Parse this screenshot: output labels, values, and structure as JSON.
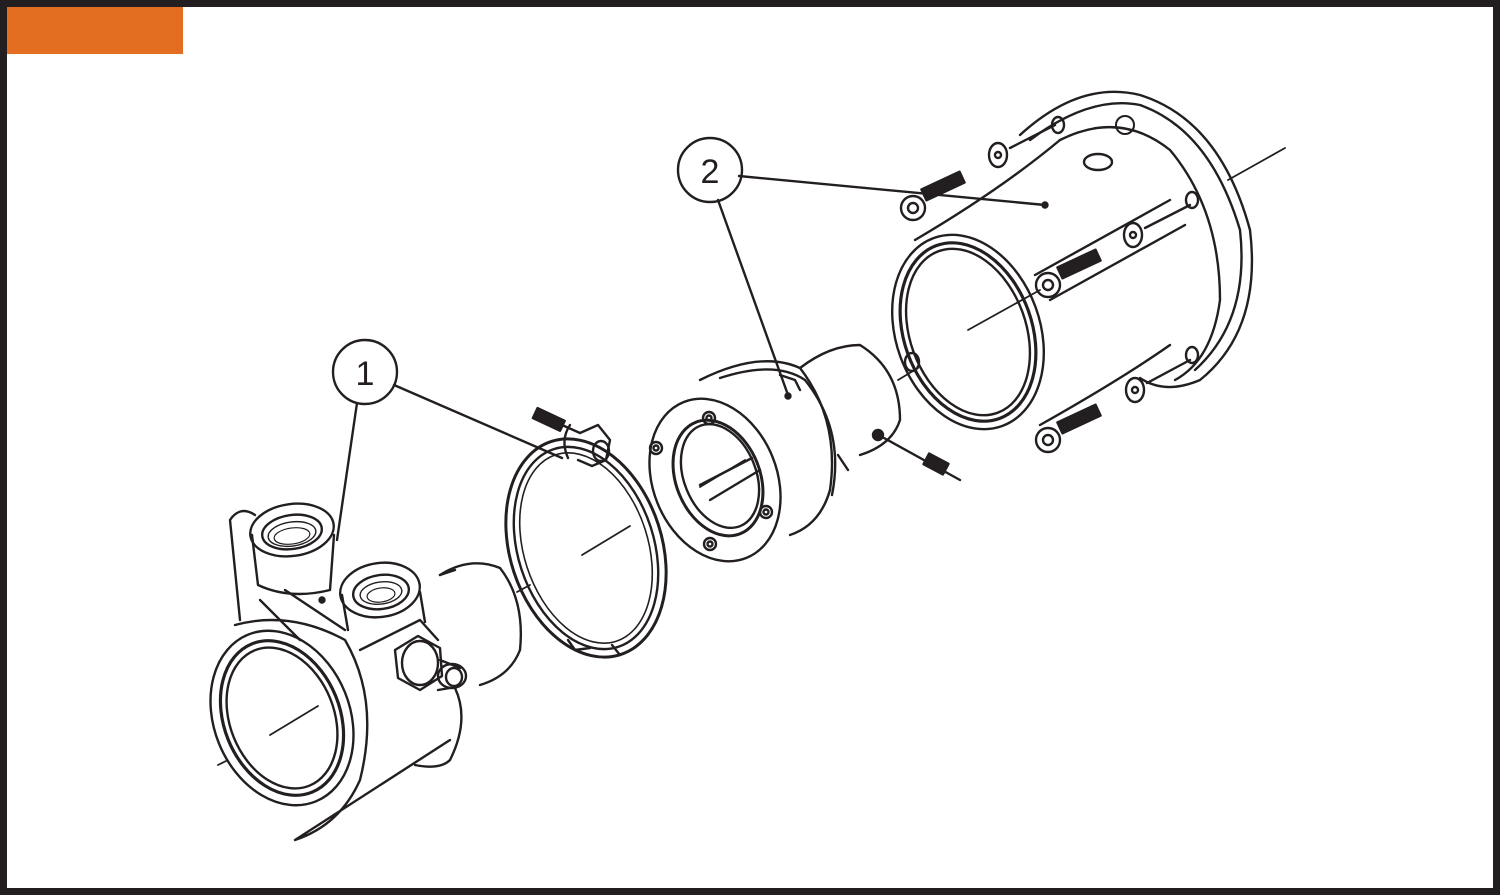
{
  "page": {
    "type": "exploded-assembly-diagram",
    "frame_color": "#231f20",
    "background": "#ffffff"
  },
  "header_tab": {
    "color": "#e36d21",
    "label": ""
  },
  "callouts": [
    {
      "id": "1",
      "label": "1",
      "targets": [
        "pump-body",
        "v-band-clamp"
      ]
    },
    {
      "id": "2",
      "label": "2",
      "targets": [
        "adapter-housing",
        "coupling-hub"
      ]
    }
  ],
  "parts": [
    {
      "name": "pump-body",
      "description": "Pump body with two threaded ports and relief fitting"
    },
    {
      "name": "v-band-clamp",
      "description": "V-band clamp with T-bolt"
    },
    {
      "name": "coupling-hub",
      "description": "Coupling/adapter hub with set screw"
    },
    {
      "name": "adapter-housing",
      "description": "Motor adapter housing with flange and cap screws"
    }
  ]
}
